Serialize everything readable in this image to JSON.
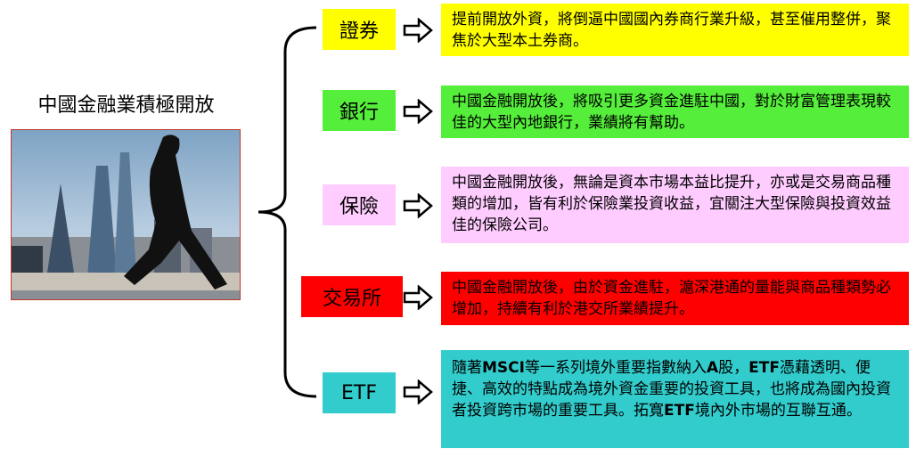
{
  "title": "中國金融業積極開放",
  "photo": {
    "description_icon": "photo"
  },
  "colors": {
    "securities": "#ffff00",
    "banking": "#55ee3a",
    "insurance": "#ffccff",
    "exchange": "#ff0000",
    "etf": "#33cccc"
  },
  "categories": [
    {
      "label": "證券",
      "text": "提前開放外資，將倒逼中國國內券商行業升級，甚至催用整併，聚焦於大型本土券商。"
    },
    {
      "label": "銀行",
      "text": "中國金融開放後，將吸引更多資金進駐中國，對於財富管理表現較佳的大型內地銀行，業績將有幫助。"
    },
    {
      "label": "保險",
      "text": "中國金融開放後，無論是資本市場本益比提升，亦或是交易商品種類的增加，皆有利於保險業投資收益，宜關注大型保險與投資效益佳的保險公司。"
    },
    {
      "label": "交易所",
      "text": "中國金融開放後，由於資金進駐，滬深港通的量能與商品種類勢必增加，持續有利於港交所業績提升。"
    },
    {
      "label": "ETF",
      "text_parts": [
        "隨著",
        "MSCI",
        "等一系列境外重要指數納入",
        "A",
        "股，",
        "ETF",
        "憑藉透明、便捷、高效的特點成為境外資金重要的投資工具，也將成為國內投資者投資跨市場的重要工具。拓寬",
        "ETF",
        "境內外市場的互聯互通。"
      ]
    }
  ]
}
